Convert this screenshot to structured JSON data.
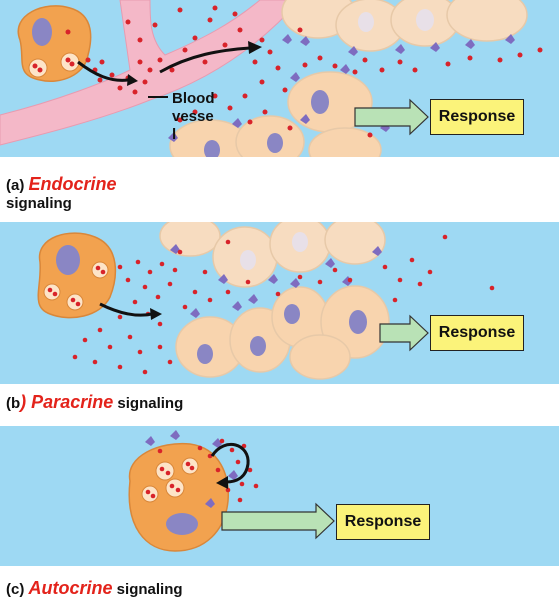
{
  "panels": {
    "endocrine": {
      "letter": "(a) ",
      "term": "Endocrine",
      "rest": "signaling",
      "vessel_label_line1": "Blood",
      "vessel_label_line2": "vesse",
      "vessel_label_line3": "l",
      "response_label": "Response"
    },
    "paracrine": {
      "letter": "(b",
      "term": ") Paracrine",
      "rest": " signaling",
      "response_label": "Response"
    },
    "autocrine": {
      "letter": "(c) ",
      "term": "Autocrine",
      "rest": " signaling",
      "response_label": "Response"
    }
  },
  "colors": {
    "background_fluid": "#9ed9f3",
    "secreting_cell": "#f2a24f",
    "target_cell": "#f7dcc0",
    "nucleus": "#8a86c4",
    "signal_molecule": "#d8232a",
    "blood_vessel": "#f4b8c8",
    "receptor": "#7e6cc0",
    "response_box": "#fbf37a",
    "response_arrow": "#b9e2b6",
    "term_text": "#e3231b"
  }
}
